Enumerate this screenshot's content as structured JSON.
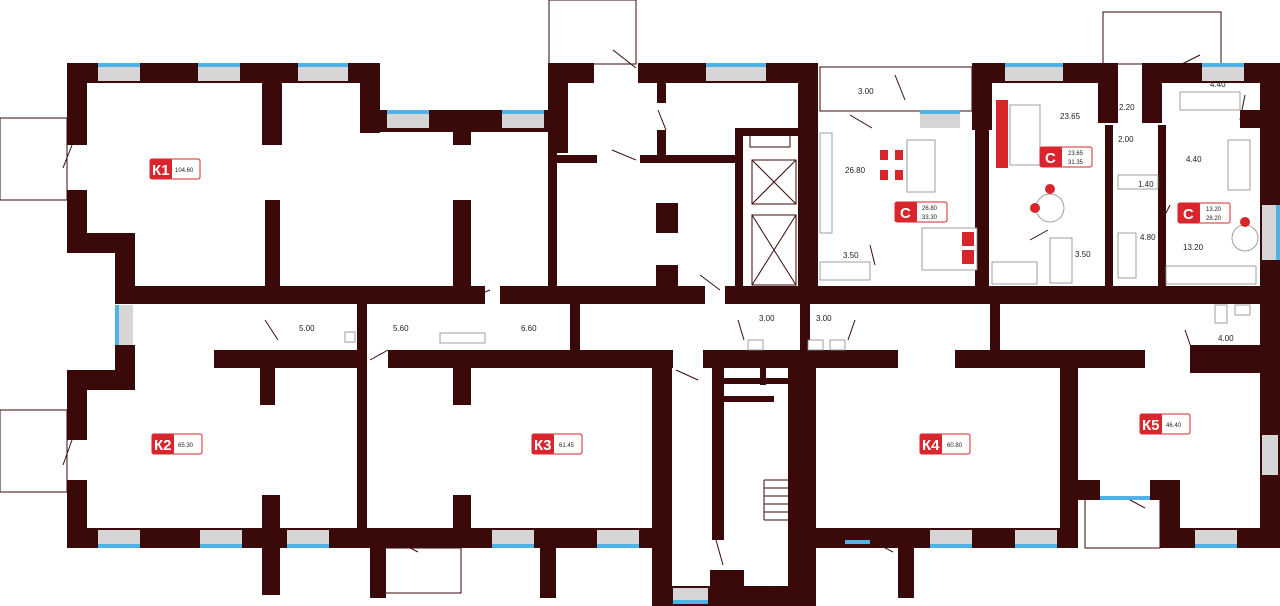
{
  "units": {
    "K1": {
      "label": "К1",
      "area": "104.60"
    },
    "K2": {
      "label": "К2",
      "area": "65.30"
    },
    "K3": {
      "label": "К3",
      "area": "61.45"
    },
    "K4": {
      "label": "К4",
      "area": "60.80"
    },
    "K5": {
      "label": "К5",
      "area": "46.40"
    },
    "C1": {
      "label": "С",
      "area_living": "26.80",
      "area_total": "33.30"
    },
    "C2": {
      "label": "С",
      "area_living": "23.65",
      "area_total": "31.35"
    },
    "C3": {
      "label": "С",
      "area_living": "13.20",
      "area_total": "28.20"
    }
  },
  "room_areas": {
    "c1_living": "26.80",
    "c1_hall": "3.00",
    "c1_bath": "3.50",
    "c2_living": "23.65",
    "c2_bath": "3.50",
    "c2_hall": "2.20",
    "c3_living": "13.20",
    "c3_hall_a": "4.40",
    "c3_hall_b": "4.40",
    "c3_store": "2.00",
    "c3_wc": "1.40",
    "c3_bath": "4.80",
    "wc_1": "5.00",
    "wc_2": "5.60",
    "wc_3": "6.60",
    "wc_4": "3.00",
    "wc_5": "3.00",
    "wc_6": "4.00"
  },
  "colors": {
    "wall": "#3a0a0a",
    "window": "#4fb3e8",
    "accent": "#d8262c"
  }
}
